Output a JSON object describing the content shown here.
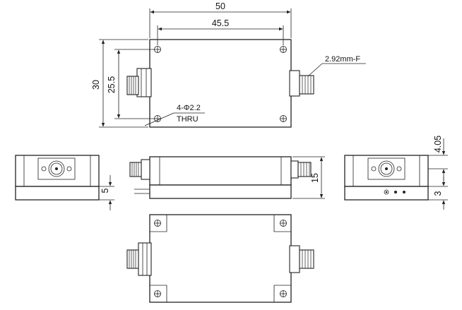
{
  "drawing": {
    "dimensions": {
      "overall_length": "50",
      "hole_spacing_length": "45.5",
      "overall_width": "30",
      "hole_spacing_width": "25.5",
      "body_height": "15",
      "base_thickness": "5",
      "connector_offset": "4.05",
      "side_offset": "3"
    },
    "notes": {
      "connector_label": "2.92mm-F",
      "hole_count_dia": "4-Φ2.2",
      "hole_type": "THRU"
    },
    "icons": {
      "mount_hole": "mount-hole-icon",
      "connector": "sma-connector-icon",
      "led": "indicator-dot-icon"
    }
  }
}
